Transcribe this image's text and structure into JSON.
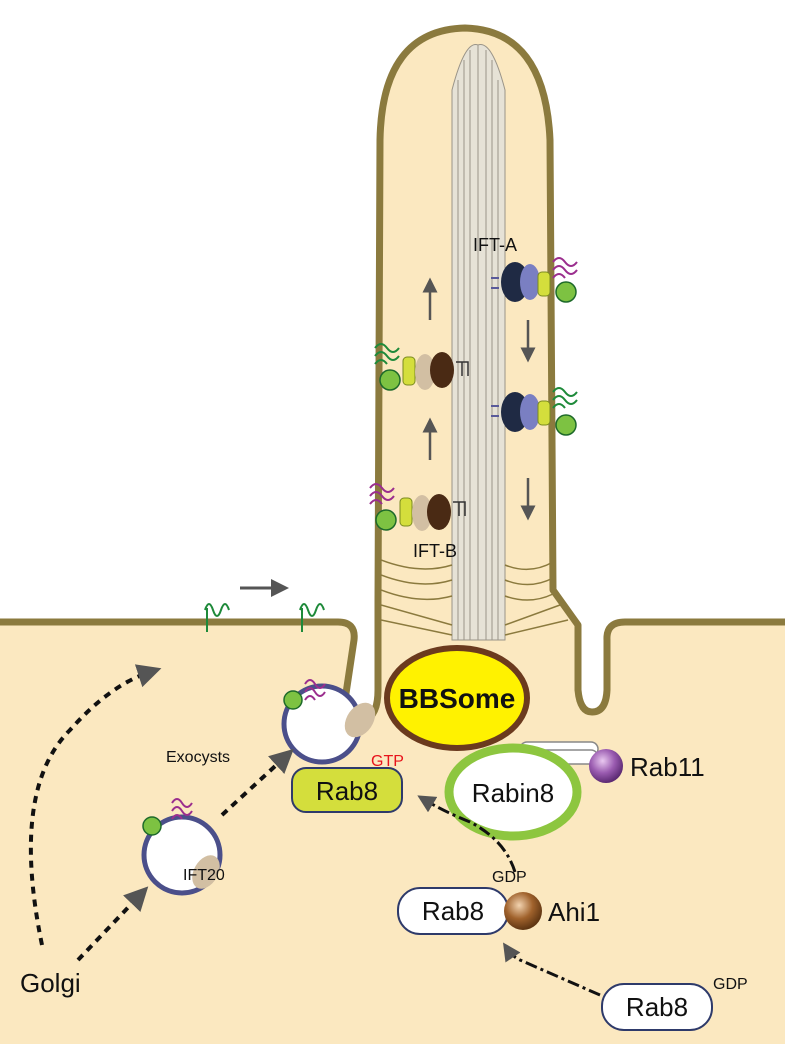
{
  "labels": {
    "ift_a": "IFT-A",
    "ift_b": "IFT-B",
    "bbsome": "BBSome",
    "rab11": "Rab11",
    "rabin8": "Rabin8",
    "rab8_gtp": "Rab8",
    "gtp": "GTP",
    "exocysts": "Exocysts",
    "ift20": "IFT20",
    "gdp_upper": "GDP",
    "rab8_mid": "Rab8",
    "ahi1": "Ahi1",
    "golgi": "Golgi",
    "rab8_low": "Rab8",
    "gdp_lower": "GDP"
  },
  "colors": {
    "cytoplasm": "#FBE8C0",
    "membrane": "#8B7A3E",
    "bbsome_fill": "#FFF200",
    "bbsome_stroke": "#6B3A1E",
    "rabin8_ring": "#8DC63F",
    "rab8_active": "#D4DE3C",
    "vesicle_ring": "#4B4F8A",
    "gtp_text": "#E8131B",
    "receptor_green": "#1E8A3A",
    "receptor_magenta": "#9B2E8E",
    "green_ball": "#7DC242"
  }
}
